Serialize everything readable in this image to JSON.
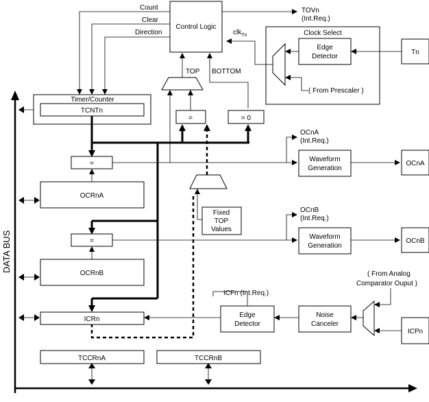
{
  "blocks": {
    "control_logic": "Control Logic",
    "timer_counter": "Timer/Counter",
    "tcnt": "TCNTn",
    "clock_select": "Clock Select",
    "edge_detector_clk_line1": "Edge",
    "edge_detector_clk_line2": "Detector",
    "tn": "Tn",
    "from_prescaler": "( From Prescaler )",
    "eq_top": "=",
    "eq_zero": "= 0",
    "ocra_cmp": "=",
    "ocrnA": "OCRnA",
    "ocrb_cmp": "=",
    "ocrnB": "OCRnB",
    "icrn": "ICRn",
    "icp_edge_line1": "Edge",
    "icp_edge_line2": "Detector",
    "noise_line1": "Noise",
    "noise_line2": "Canceler",
    "icpn": "ICPn",
    "waveform_a_line1": "Waveform",
    "waveform_a_line2": "Generation",
    "ocna": "OCnA",
    "waveform_b_line1": "Waveform",
    "waveform_b_line2": "Generation",
    "ocnb": "OCnB",
    "tccrna": "TCCRnA",
    "tccrnb": "TCCRnB",
    "fixed_top_line1": "Fixed",
    "fixed_top_line2": "TOP",
    "fixed_top_line3": "Values"
  },
  "signals": {
    "count": "Count",
    "clear": "Clear",
    "direction": "Direction",
    "tovn_line1": "TOVn",
    "tovn_line2": "(Int.Req.)",
    "clk": "clk",
    "clk_sub": "Tn",
    "top": "TOP",
    "bottom": "BOTTOM",
    "ocna_flag_line1": "OCnA",
    "ocna_flag_line2": "(Int.Req.)",
    "ocnb_flag_line1": "OCnB",
    "ocnb_flag_line2": "(Int.Req.)",
    "icfn": "ICFn  (Int.Req.)",
    "analog_line1": "( From Analog",
    "analog_line2": "Comparator Ouput )"
  },
  "bus": {
    "label": "DATA BUS"
  }
}
